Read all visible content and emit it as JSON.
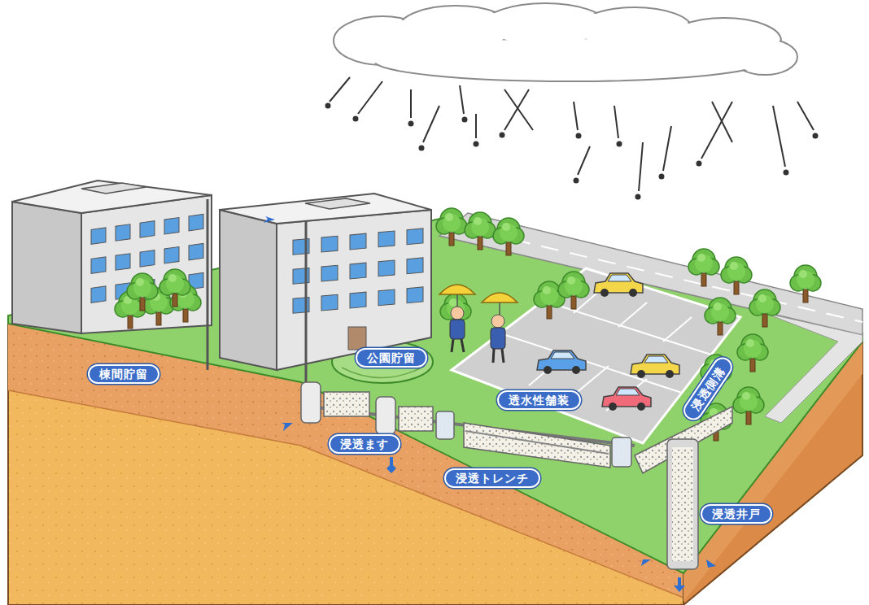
{
  "diagram": {
    "nodes": [
      {
        "text": [
          "公園貯留"
        ]
      },
      {
        "text": [
          "棟間貯留"
        ]
      },
      {
        "text": [
          "浸透側溝"
        ]
      },
      {
        "text": [
          "透水性舗装"
        ]
      },
      {
        "text": [
          "浸透ます"
        ]
      },
      {
        "text": [
          "浸透トレンチ"
        ]
      },
      {
        "text": [
          "浸透井戸"
        ]
      }
    ]
  }
}
